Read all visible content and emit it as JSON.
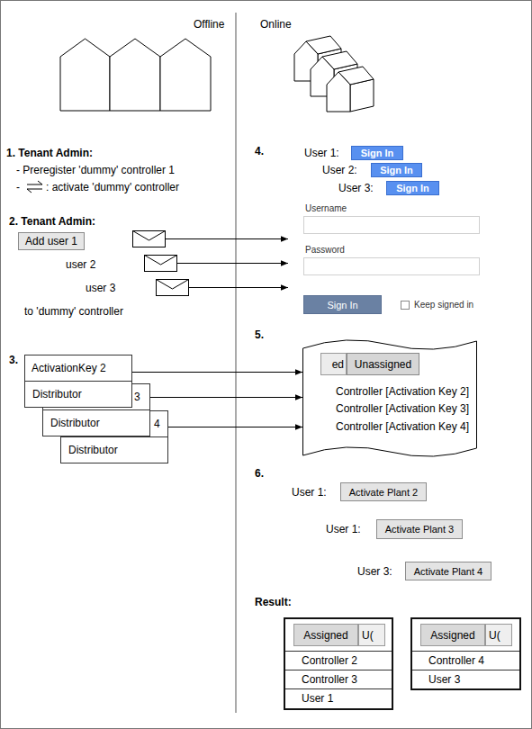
{
  "diagram": {
    "nodes": [
      {
        "text": [
          "Add user 1"
        ]
      },
      {
        "text": [
          "ActivationKey 2",
          "Distributor"
        ]
      },
      {
        "text": [
          "3",
          "Distributor"
        ]
      },
      {
        "text": [
          "4",
          "Distributor"
        ]
      },
      {
        "text": [
          "Sign In"
        ]
      },
      {
        "text": [
          "Sign In"
        ]
      },
      {
        "text": [
          "Sign In"
        ]
      },
      {
        "text": [
          "Username"
        ]
      },
      {
        "text": [
          "Password"
        ]
      },
      {
        "text": [
          "Sign In"
        ]
      },
      {
        "text": [
          "Controller [Activation Key 2]",
          "Controller [Activation Key 3]",
          "Controller [Activation Key 4]"
        ]
      },
      {
        "text": [
          "ed"
        ],
        "in": 10
      },
      {
        "text": [
          "Unassigned"
        ],
        "in": 10
      },
      {
        "text": [
          "Activate Plant 2"
        ]
      },
      {
        "text": [
          "Activate Plant 3"
        ]
      },
      {
        "text": [
          "Activate Plant 4"
        ]
      },
      {
        "text": [
          "Controller 2",
          "Controller 3",
          "User 1"
        ]
      },
      {
        "text": [
          "Assigned"
        ],
        "in": 16
      },
      {
        "text": [
          "U("
        ],
        "in": 16
      },
      {
        "text": [
          "Controller 4",
          "User 3"
        ]
      },
      {
        "text": [
          "Assigned"
        ],
        "in": 19
      },
      {
        "text": [
          "U("
        ],
        "in": 19
      }
    ],
    "edges": [
      {
        "from": 1,
        "to": 10,
        "arrow": "to"
      },
      {
        "from": 2,
        "to": 10,
        "arrow": "to"
      },
      {
        "from": 3,
        "to": 10,
        "arrow": "to"
      }
    ],
    "labels": [
      "Offline",
      "Online",
      "1. Tenant Admin:",
      "- Preregister 'dummy' controller 1",
      "-",
      ": activate 'dummy' controller",
      "2. Tenant Admin:",
      "user 2",
      "user 3",
      "to 'dummy' controller",
      "3.",
      "4.",
      "User 1:",
      "User 2:",
      "User 3:",
      "Keep signed in",
      "5.",
      "6.",
      "User 1:",
      "User 1:",
      "User 3:",
      "Result:"
    ]
  }
}
